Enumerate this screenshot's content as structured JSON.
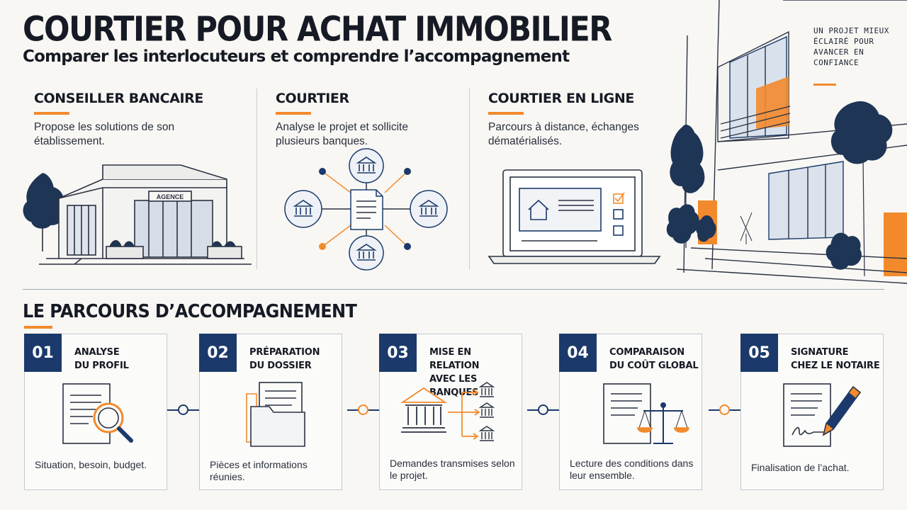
{
  "header": {
    "title": "COURTIER POUR ACHAT IMMOBILIER",
    "subtitle": "Comparer les interlocuteurs et comprendre l’accompagnement"
  },
  "tagline": "UN PROJET MIEUX ÉCLAIRÉ POUR AVANCER EN CONFIANCE",
  "columns": [
    {
      "title": "CONSEILLER BANCAIRE",
      "text": "Propose les solutions de son établissement.",
      "illustration_label": "AGENCE"
    },
    {
      "title": "COURTIER",
      "text": "Analyse le projet et sollicite plusieurs banques."
    },
    {
      "title": "COURTIER EN LIGNE",
      "text": "Parcours à distance, échanges dématérialisés."
    }
  ],
  "journey": {
    "title": "LE PARCOURS D’ACCOMPAGNEMENT",
    "steps": [
      {
        "num": "01",
        "title": "ANALYSE\nDU PROFIL",
        "desc": "Situation, besoin, budget.",
        "icon": "document-magnifier-icon"
      },
      {
        "num": "02",
        "title": "PRÉPARATION\nDU DOSSIER",
        "desc": "Pièces et informations réunies.",
        "icon": "folder-icon"
      },
      {
        "num": "03",
        "title": "MISE EN RELATION\nAVEC LES BANQUES",
        "desc": "Demandes transmises selon le projet.",
        "icon": "bank-network-icon"
      },
      {
        "num": "04",
        "title": "COMPARAISON\nDU COÛT GLOBAL",
        "desc": "Lecture des conditions dans leur ensemble.",
        "icon": "document-scale-icon"
      },
      {
        "num": "05",
        "title": "SIGNATURE\nCHEZ LE NOTAIRE",
        "desc": "Finalisation de l’achat.",
        "icon": "signature-pen-icon"
      }
    ]
  },
  "colors": {
    "navy": "#1b3a6b",
    "orange": "#f28a2c",
    "background": "#f8f7f4"
  }
}
